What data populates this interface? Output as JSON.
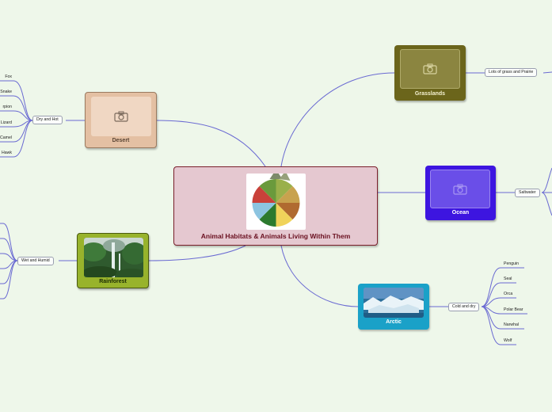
{
  "central": {
    "title": "Animal Habitats & Animals Living Within Them"
  },
  "colors": {
    "link": "#6a6ad2",
    "grasslands": "#6b651b",
    "desert": "#e4c0a3",
    "ocean": "#3d15e0",
    "rainforest": "#98b32c",
    "arctic": "#1aa1c8",
    "central_bg": "#e5c8d0",
    "central_border": "#7a1f2b"
  },
  "grasslands": {
    "title": "Grasslands",
    "attribute": "Lots of grass and Prairie"
  },
  "desert": {
    "title": "Desert",
    "attribute": "Dry and Hot",
    "animals": [
      "Fox",
      "Snake",
      "rpion",
      "Lizard",
      "Camel",
      "Hawk"
    ]
  },
  "ocean": {
    "title": "Ocean",
    "attribute": "Saltwater"
  },
  "rainforest": {
    "title": "Rainforest",
    "attribute": "Wet and Humid"
  },
  "arctic": {
    "title": "Arctic",
    "attribute": "Cold and dry",
    "animals": [
      "Penguin",
      "Seal",
      "Orca",
      "Polar Bear",
      "Narwhal",
      "Wolf"
    ]
  }
}
